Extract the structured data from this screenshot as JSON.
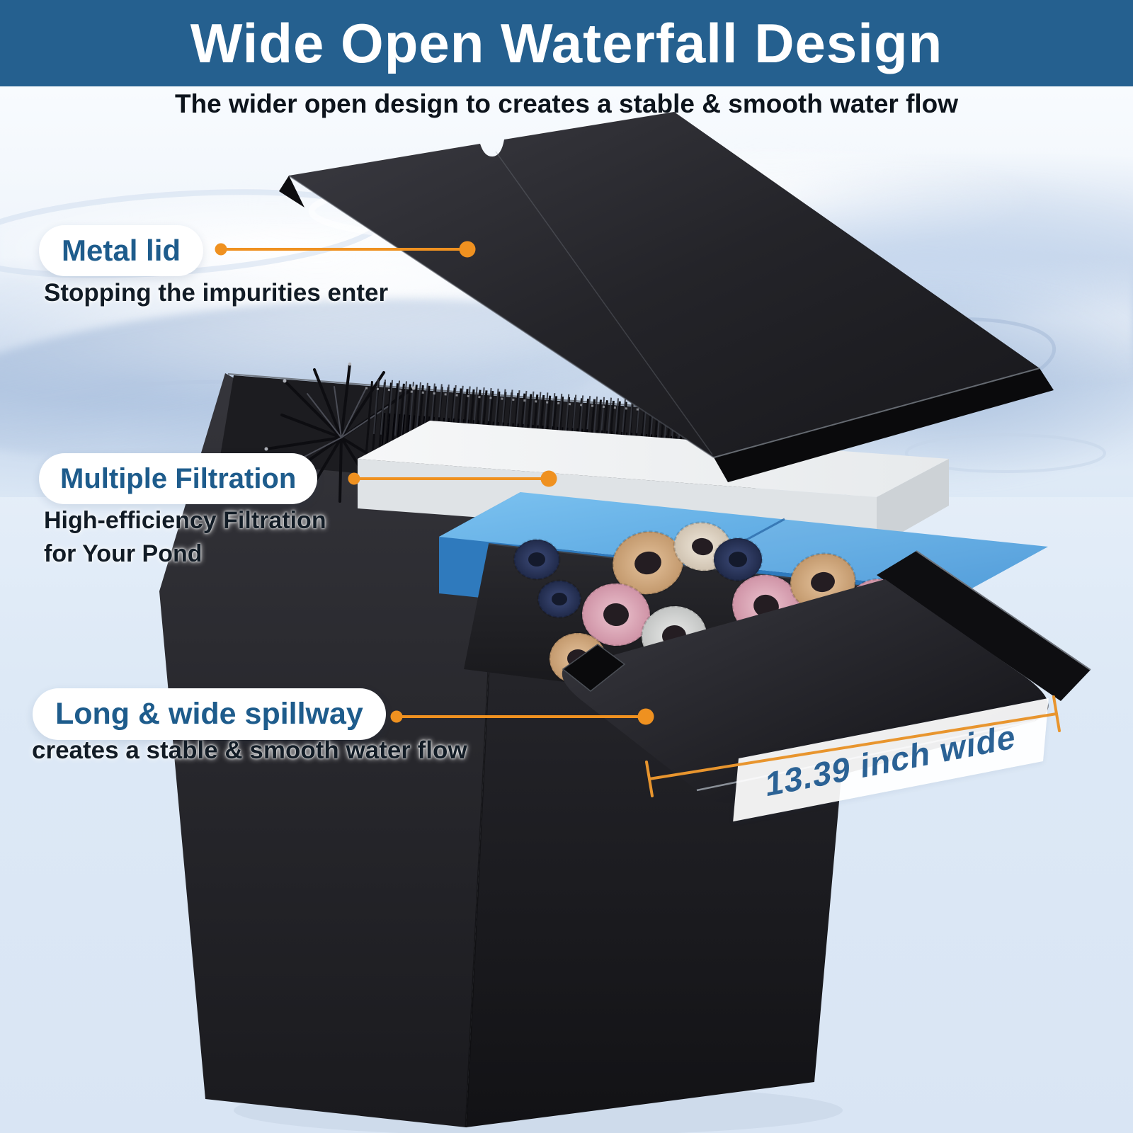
{
  "banner": {
    "title": "Wide Open Waterfall Design"
  },
  "subtitle": "The wider open design to creates a stable & smooth water flow",
  "callouts": {
    "metal_lid": {
      "label": "Metal lid",
      "description": "Stopping the impurities enter"
    },
    "filtration": {
      "label": "Multiple Filtration",
      "description_line1": "High-efficiency Filtration",
      "description_line2": "for Your Pond"
    },
    "spillway": {
      "label": "Long & wide spillway",
      "description": "creates a stable & smooth water flow"
    }
  },
  "dimension": {
    "label": "13.39 inch wide"
  },
  "colors": {
    "banner_bg": "#25608f",
    "label_blue": "#1e5c8c",
    "accent_orange": "#ef9120",
    "dimension_blue": "#2b6295",
    "foam_blue": "#58aee8",
    "body_text": "#121c26"
  }
}
